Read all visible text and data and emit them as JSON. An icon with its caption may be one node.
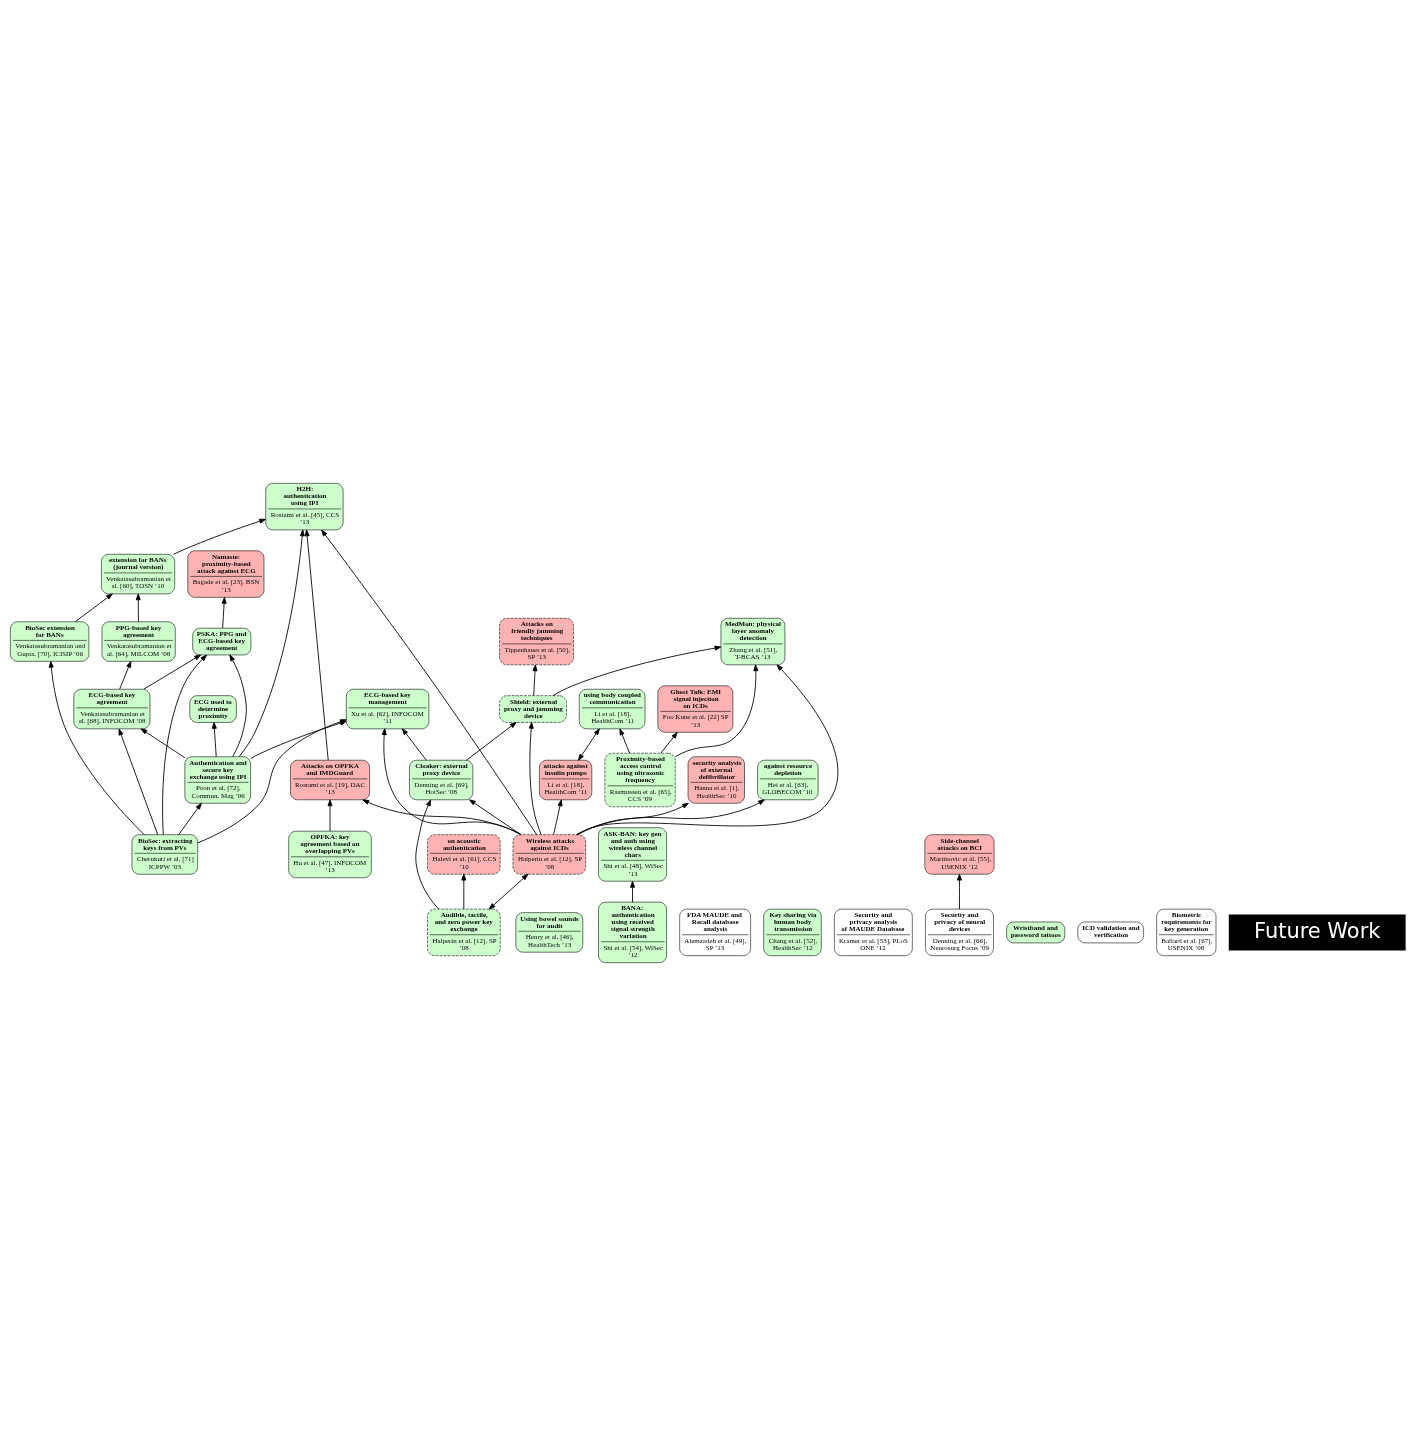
{
  "diagram": {
    "nodes": [
      {
        "text": [
          "H2H: authentication using IPI",
          "Rostami et al. [45], CCS ’13"
        ]
      },
      {
        "text": [
          "Attacks on OPFKA and IMDGuard",
          "Rostami et al. [19], DAC ’13"
        ]
      },
      {
        "text": [
          "Using bowel sounds for audit",
          "Henry et al. [46], HealthTech ’13"
        ]
      },
      {
        "text": [
          "OPFKA: key agreement based on overlapping PVs",
          "Hu et al. [47], INFOCOM ’13"
        ]
      },
      {
        "text": [
          "Namaste: proximity-based attack against ECG",
          "Bagade et al. [23], BSN ’13"
        ]
      },
      {
        "text": [
          "ASK-BAN: key gen and auth using wireless channel chars",
          "Shi et al. [48], WiSec ’13"
        ]
      },
      {
        "text": [
          "FDA MAUDE and Recall database analysis",
          "Alemzadeh et al. [49], SP ’13"
        ]
      },
      {
        "text": [
          "Attacks on friendly jamming techniques",
          "Tippenhauer et al. [50], SP ’13"
        ]
      },
      {
        "text": [
          "MedMon: physical layer anomaly detection",
          "Zhang et al. [51], T-BCAS ’13"
        ]
      },
      {
        "text": [
          "Ghost Talk: EMI signal injection on ICDs",
          "Foo Kune et al. [22] SP ’13"
        ]
      },
      {
        "text": [
          "Key sharing via human body transmission",
          "Chang et al. [52], HealthSec ’12"
        ]
      },
      {
        "text": [
          "Security and privacy analysis of MAUDE Database",
          "Kramer et al. [53], PLoS ONE ’12"
        ]
      },
      {
        "text": [
          "BANA: authentication using received signal strength variation",
          "Shi et al. [54], WiSec ’12"
        ]
      },
      {
        "text": [
          "Side-channel attacks on BCI",
          "Martinovic et al. [55], USENIX ’12"
        ]
      },
      {
        "text": [
          "PSKA: PPG and ECG-based key agreement"
        ]
      },
      {
        "text": [
          "Wristband and password tattoos"
        ]
      },
      {
        "text": [
          "ECG used to determine proximity"
        ]
      },
      {
        "text": [
          "ICD validation and verification"
        ]
      },
      {
        "text": [
          "Shield: external proxy and jamming device"
        ]
      },
      {
        "text": [
          "extension for BANs (journal version)",
          "Venkatasubramanian et al. [60], TOSN ’10"
        ]
      },
      {
        "text": [
          "on acoustic authentication",
          "Halevi et al. [61], CCS ’10"
        ]
      },
      {
        "text": [
          "attacks against insulin pumps",
          "Li et al. [18], HealthCom ’11"
        ]
      },
      {
        "text": [
          "using body coupled communication",
          "Li et al. [18], HealthCom ’11"
        ]
      },
      {
        "text": [
          "security analysis of external defibrillator",
          "Hanna et al. [1], HealthSec ’10"
        ]
      },
      {
        "text": [
          "ECG-based key management",
          "Xu et al. [62], INFOCOM ’11"
        ]
      },
      {
        "text": [
          "against resource depletion",
          "Hei et al. [63], GLOBECOM ’10"
        ]
      },
      {
        "text": [
          "PPG-based key agreement",
          "Venkatasubramanian et al. [64], MILCOM ’08"
        ]
      },
      {
        "text": [
          "Audible, tactile, and zero power key exchange",
          "Halperin et al. [12], SP ’08"
        ]
      },
      {
        "text": [
          "Wireless attacks against ICDs",
          "Halperin et al. [12], SP ’08"
        ]
      },
      {
        "text": [
          "Proximity-based access control using ultrasonic frequency",
          "Rasmussen et al. [65], CCS ’09"
        ]
      },
      {
        "text": [
          "Security and privacy of neural devices",
          "Denning et al. [66], Neurosurg Focus ’09"
        ]
      },
      {
        "text": [
          "Biometric requirements for key generation",
          "Ballard et al. [67], USENIX ’08"
        ]
      },
      {
        "text": [
          "ECG-based key agreement",
          "Venkatasubramanian et al. [68], INFOCOM ’08"
        ]
      },
      {
        "text": [
          "Cloaker: external proxy device",
          "Denning et al. [69], HotSec ’08"
        ]
      },
      {
        "text": [
          "BioSec extension for BANs",
          "Venkatasubramanian and Gupta. [70], ICISIP ’06"
        ]
      },
      {
        "text": [
          "BioSec: extracting keys from PVs",
          "Cherukuri et al. [71] ICPPW ’03"
        ]
      },
      {
        "text": [
          "Authentication and secure key exchange using IPI",
          "Poon et al. [72], Commun. Mag ’06"
        ]
      }
    ],
    "edges": [
      {
        "from": 1,
        "to": 0,
        "arrow": "to"
      },
      {
        "from": 3,
        "to": 1,
        "arrow": "to"
      },
      {
        "from": 19,
        "to": 0,
        "arrow": "to"
      },
      {
        "from": 36,
        "to": 0,
        "arrow": "to"
      },
      {
        "from": 28,
        "to": 0,
        "arrow": "to"
      },
      {
        "from": 28,
        "to": 1,
        "arrow": "to"
      },
      {
        "from": 14,
        "to": 4,
        "arrow": "to"
      },
      {
        "from": 28,
        "to": 8,
        "arrow": "to"
      },
      {
        "from": 12,
        "to": 5,
        "arrow": "to"
      },
      {
        "from": 18,
        "to": 7,
        "arrow": "to"
      },
      {
        "from": 18,
        "to": 8,
        "arrow": "to"
      },
      {
        "from": 29,
        "to": 8,
        "arrow": "to"
      },
      {
        "from": 29,
        "to": 9,
        "arrow": "to"
      },
      {
        "from": 30,
        "to": 13,
        "arrow": "to"
      },
      {
        "from": 28,
        "to": 18,
        "arrow": "to"
      },
      {
        "from": 33,
        "to": 18,
        "arrow": "to"
      },
      {
        "from": 35,
        "to": 14,
        "arrow": "to"
      },
      {
        "from": 36,
        "to": 14,
        "arrow": "to"
      },
      {
        "from": 32,
        "to": 14,
        "arrow": "to"
      },
      {
        "from": 36,
        "to": 16,
        "arrow": "to"
      },
      {
        "from": 34,
        "to": 19,
        "arrow": "to"
      },
      {
        "from": 26,
        "to": 19,
        "arrow": "to"
      },
      {
        "from": 27,
        "to": 20,
        "arrow": "to"
      },
      {
        "from": 28,
        "to": 21,
        "arrow": "to"
      },
      {
        "from": 21,
        "to": 22,
        "arrow": "both"
      },
      {
        "from": 29,
        "to": 22,
        "arrow": "to"
      },
      {
        "from": 28,
        "to": 23,
        "arrow": "to"
      },
      {
        "from": 28,
        "to": 24,
        "arrow": "to"
      },
      {
        "from": 33,
        "to": 24,
        "arrow": "to"
      },
      {
        "from": 35,
        "to": 24,
        "arrow": "to"
      },
      {
        "from": 36,
        "to": 24,
        "arrow": "to"
      },
      {
        "from": 28,
        "to": 25,
        "arrow": "to"
      },
      {
        "from": 32,
        "to": 26,
        "arrow": "to"
      },
      {
        "from": 27,
        "to": 28,
        "arrow": "both"
      },
      {
        "from": 35,
        "to": 32,
        "arrow": "to"
      },
      {
        "from": 36,
        "to": 32,
        "arrow": "to"
      },
      {
        "from": 27,
        "to": 33,
        "arrow": "to"
      },
      {
        "from": 28,
        "to": 33,
        "arrow": "to"
      },
      {
        "from": 35,
        "to": 34,
        "arrow": "to"
      },
      {
        "from": 35,
        "to": 36,
        "arrow": "to"
      }
    ],
    "labels": [
      "Future Work"
    ]
  }
}
